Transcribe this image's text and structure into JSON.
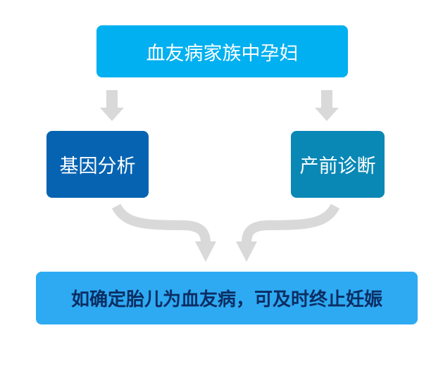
{
  "diagram": {
    "nodes": {
      "top": {
        "label": "血友病家族中孕妇"
      },
      "left": {
        "label": "基因分析"
      },
      "right": {
        "label": "产前诊断"
      },
      "bottom": {
        "label": "如确定胎儿为血友病，可及时终止妊娠"
      }
    },
    "edges": [
      {
        "from": "top",
        "to": "left"
      },
      {
        "from": "top",
        "to": "right"
      },
      {
        "from": "left",
        "to": "bottom"
      },
      {
        "from": "right",
        "to": "bottom"
      }
    ],
    "colors": {
      "top_box": "#00b0f0",
      "left_box": "#0563b2",
      "right_box": "#0a88b5",
      "bottom_box": "#2eaaf3",
      "bottom_text": "#0b2e63",
      "arrow": "#d9d9d9"
    }
  }
}
